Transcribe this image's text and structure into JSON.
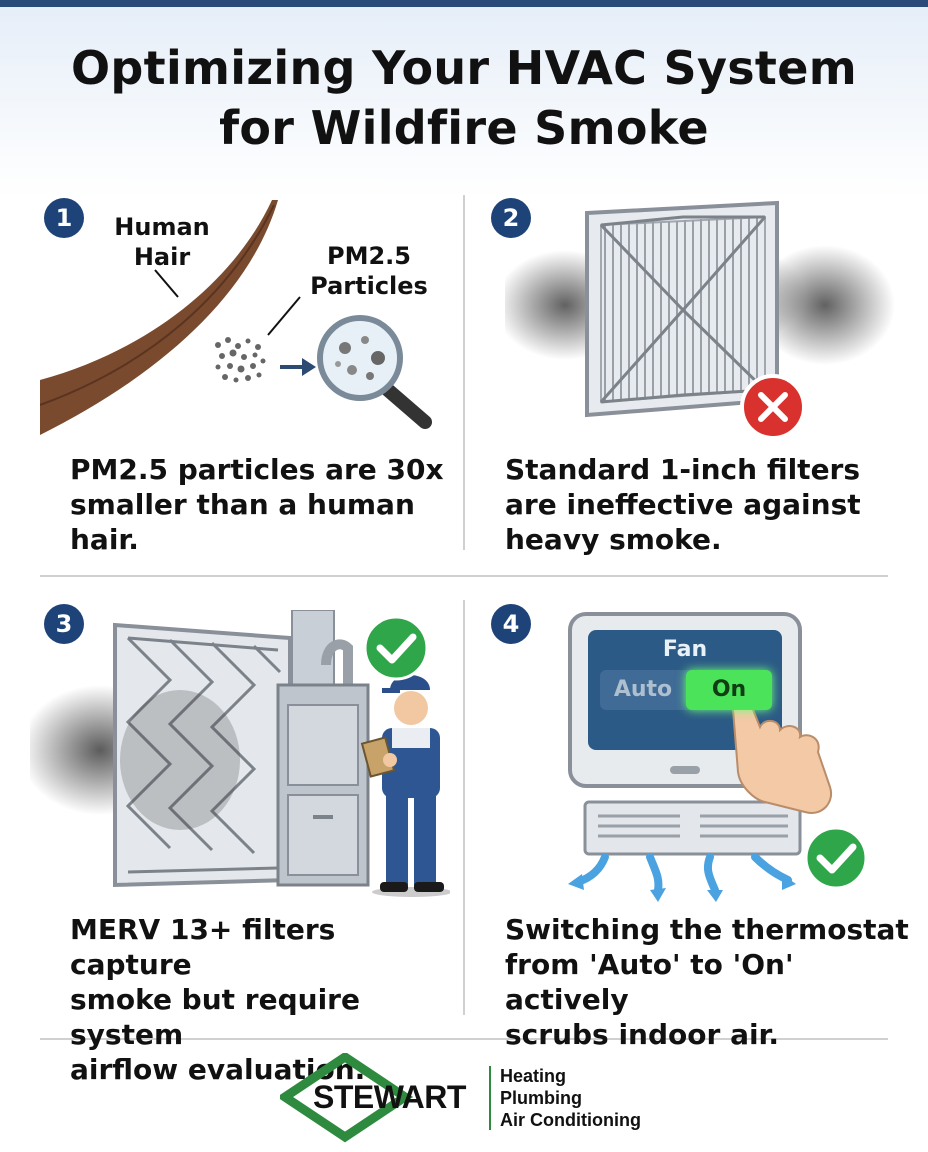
{
  "header": {
    "title_line1": "Optimizing Your HVAC System",
    "title_line2": "for Wildfire Smoke"
  },
  "panels": [
    {
      "number": "1",
      "labels": {
        "hair_line1": "Human",
        "hair_line2": "Hair",
        "particles_line1": "PM2.5",
        "particles_line2": "Particles"
      },
      "caption": [
        "PM2.5 particles are 30x",
        "smaller than a human",
        "hair."
      ]
    },
    {
      "number": "2",
      "caption": [
        "Standard 1-inch filters",
        "are ineffective against",
        "heavy smoke."
      ]
    },
    {
      "number": "3",
      "caption": [
        "MERV 13+ filters capture",
        "smoke but require system",
        "airflow evaluation."
      ]
    },
    {
      "number": "4",
      "thermostat": {
        "heading": "Fan",
        "option_auto": "Auto",
        "option_on": "On"
      },
      "caption": [
        "Switching the thermostat",
        "from 'Auto' to 'On' actively",
        "scrubs indoor air."
      ]
    }
  ],
  "footer": {
    "brand": "STEWART",
    "services": [
      "Heating",
      "Plumbing",
      "Air Conditioning"
    ]
  },
  "colors": {
    "badge": "#1e4378",
    "success": "#2fa64a",
    "error": "#d9322e",
    "brand_green": "#2e8a3e",
    "screen_blue": "#2c5a86",
    "on_green": "#4be35a"
  }
}
